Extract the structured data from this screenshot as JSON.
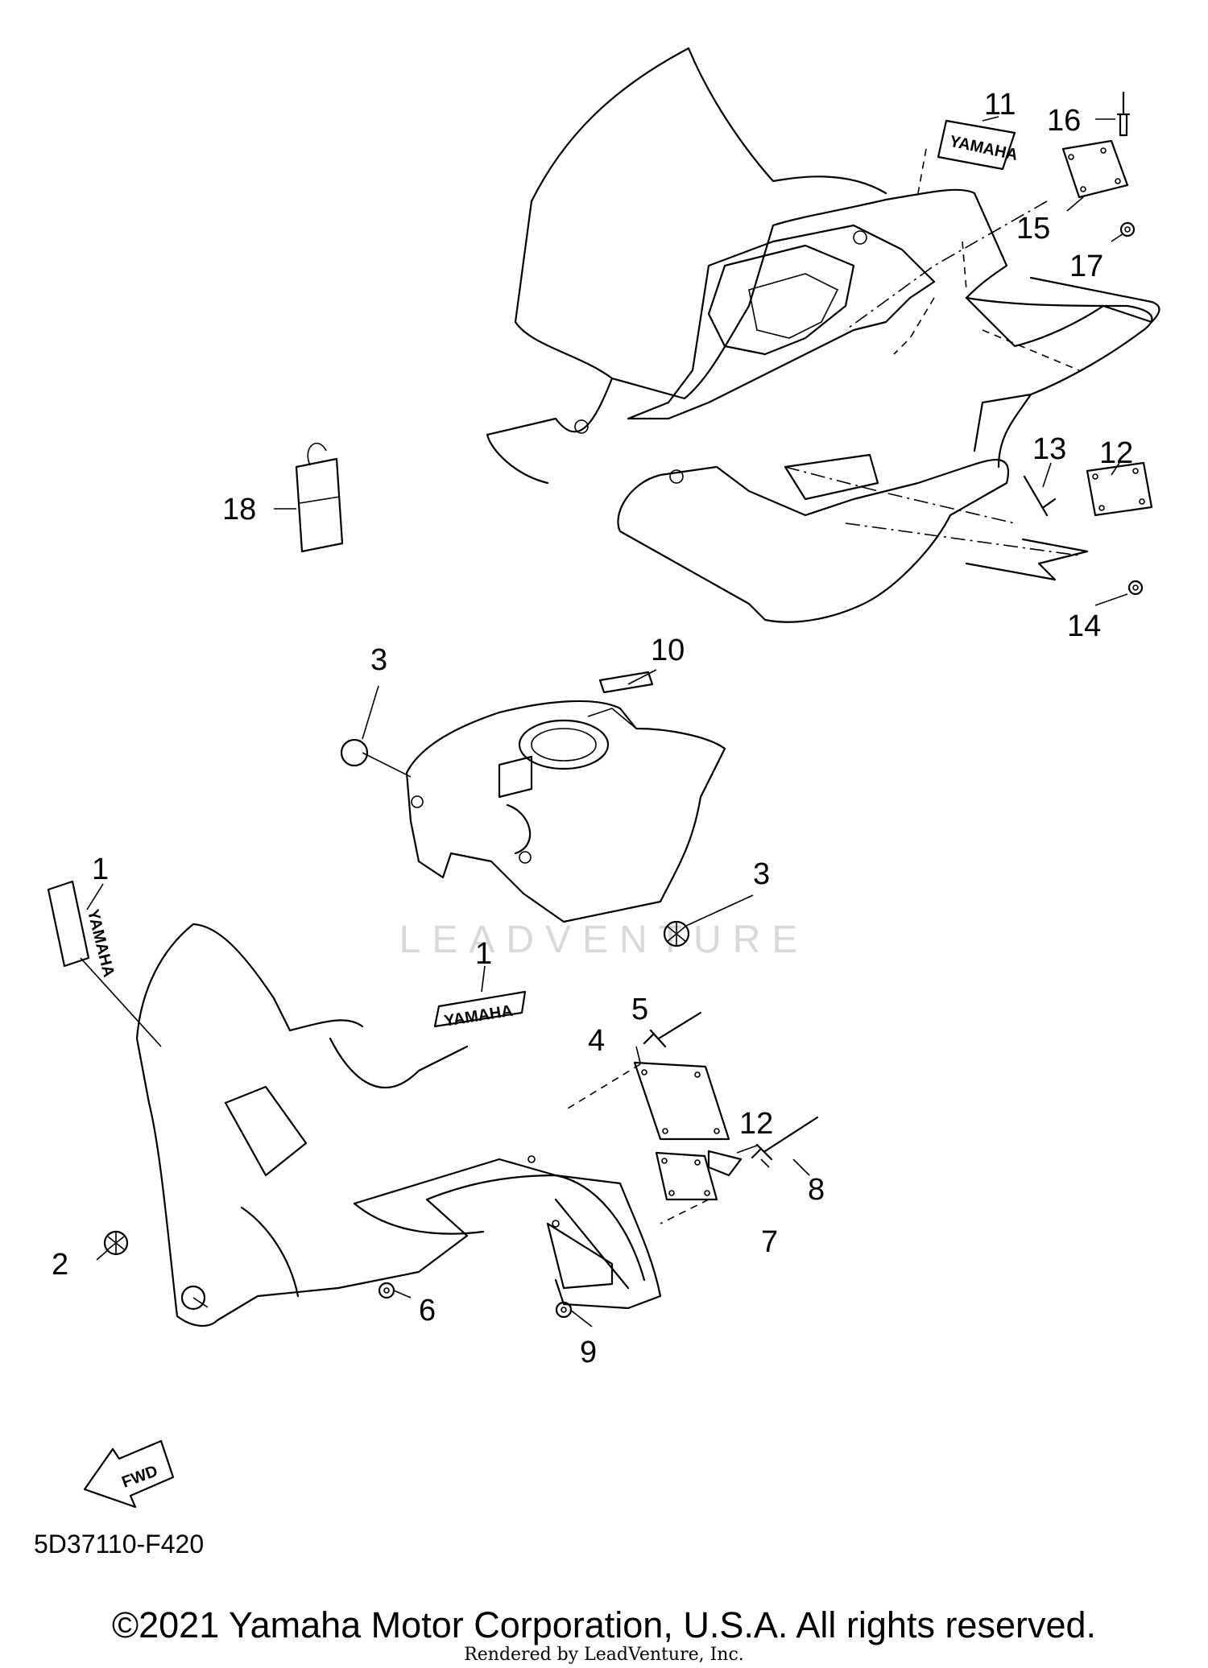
{
  "callouts": {
    "c1a": "1",
    "c1b": "1",
    "c2": "2",
    "c3a": "3",
    "c3b": "3",
    "c4": "4",
    "c5": "5",
    "c6": "6",
    "c7": "7",
    "c8": "8",
    "c9": "9",
    "c10": "10",
    "c11": "11",
    "c12a": "12",
    "c12b": "12",
    "c13": "13",
    "c14": "14",
    "c15": "15",
    "c16": "16",
    "c17": "17",
    "c18": "18"
  },
  "decals": {
    "yamaha": "YAMAHA"
  },
  "fwd_label": "FWD",
  "watermark": "LEADVENTURE",
  "diagram_code": "5D37110-F420",
  "copyright": "©2021 Yamaha Motor Corporation, U.S.A. All rights reserved.",
  "rendered_by": "Rendered by LeadVenture, Inc."
}
